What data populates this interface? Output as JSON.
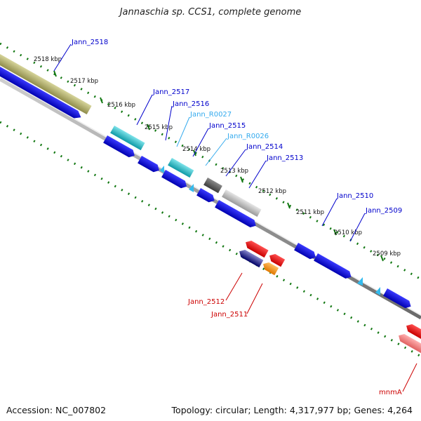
{
  "title": "Jannaschia sp. CCS1, complete genome",
  "footer": {
    "accession_label": "Accession:",
    "accession": "NC_007802",
    "topology_label": "Topology:",
    "topology": "circular",
    "length_label": "Length:",
    "length": "4,317,977 bp",
    "genes_label": "Genes:",
    "genes": "4,264"
  },
  "ticks": [
    {
      "label": "2518 kbp",
      "pos": 0.086
    },
    {
      "label": "2517 kbp",
      "pos": 0.15
    },
    {
      "label": "2516 kbp",
      "pos": 0.227
    },
    {
      "label": "2515 kbp",
      "pos": 0.304
    },
    {
      "label": "2514 kbp",
      "pos": 0.381
    },
    {
      "label": "2513 kbp",
      "pos": 0.458
    },
    {
      "label": "2512 kbp",
      "pos": 0.535
    },
    {
      "label": "2511 kbp",
      "pos": 0.612
    },
    {
      "label": "2510 kbp",
      "pos": 0.689
    },
    {
      "label": "2509 kbp",
      "pos": 0.766
    }
  ],
  "genes": [
    {
      "name": "Jann_2518",
      "strand": "+",
      "color": "#b0ad6a",
      "lane": "upper-plus"
    },
    {
      "name": "Jann_2517",
      "strand": "+",
      "color": "#1ab9c4",
      "lane": "upper-plus"
    },
    {
      "name": "Jann_2516",
      "strand": "+",
      "color": "#0000ee",
      "lane": "plus"
    },
    {
      "name": "Jann_R0027",
      "strand": "+",
      "color": "#33bbee",
      "lane": "plus"
    },
    {
      "name": "Jann_2515",
      "strand": "+",
      "color": "#1ab9c4",
      "lane": "upper-plus"
    },
    {
      "name": "Jann_R0026",
      "strand": "+",
      "color": "#33bbee",
      "lane": "plus"
    },
    {
      "name": "Jann_2514",
      "strand": "+",
      "color": "#666666",
      "lane": "upper-plus"
    },
    {
      "name": "Jann_2513",
      "strand": "+",
      "color": "#bbbbbb",
      "lane": "upper-plus"
    },
    {
      "name": "Jann_2510",
      "strand": "+",
      "color": "#0000ee",
      "lane": "plus"
    },
    {
      "name": "Jann_2509",
      "strand": "+",
      "color": "#0000ee",
      "lane": "plus"
    },
    {
      "name": "Jann_2512",
      "strand": "-",
      "color": "#ee0000",
      "lane": "minus"
    },
    {
      "name": "Jann_2511",
      "strand": "-",
      "color": "#ee0000",
      "lane": "minus"
    },
    {
      "name": "mnmA",
      "strand": "-",
      "color": "#ee0000",
      "lane": "minus"
    }
  ],
  "colors": {
    "label_blue": "#0000cc",
    "label_cyan": "#33aaee",
    "label_red": "#cc0000",
    "tick_green": "#117711",
    "backbone": "#888888"
  }
}
